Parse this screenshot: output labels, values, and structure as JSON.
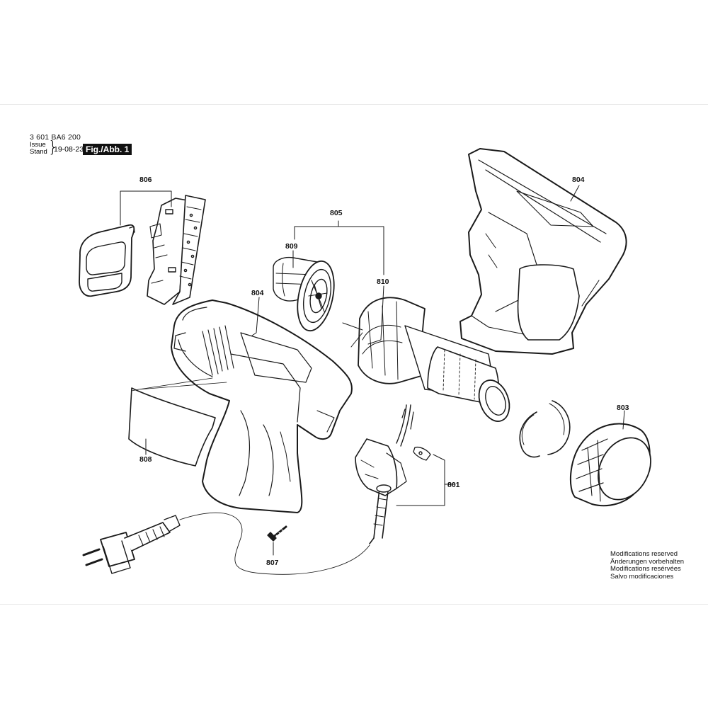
{
  "header": {
    "part_number": "3 601 BA6 200",
    "issue_label": "Issue",
    "stand_label": "Stand",
    "issue_date": "19-08-23",
    "figure_label": "Fig./Abb. 1"
  },
  "callouts": {
    "c801": "801",
    "c803": "803",
    "c804_left": "804",
    "c804_right": "804",
    "c805": "805",
    "c806": "806",
    "c807": "807",
    "c808": "808",
    "c809": "809",
    "c810": "810"
  },
  "notice": {
    "en": "Modifications reserved",
    "de": "Änderungen vorbehalten",
    "fr": "Modifications resérvées",
    "es": "Salvo modificaciones"
  }
}
